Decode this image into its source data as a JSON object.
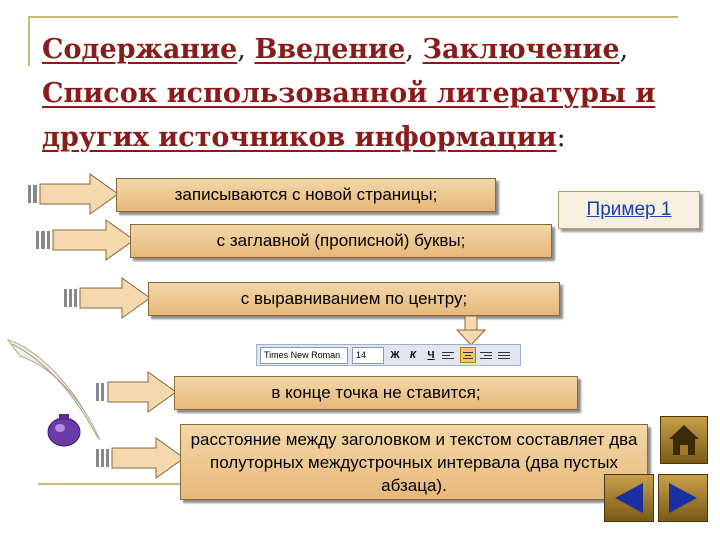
{
  "title": {
    "word1": "Содержание",
    "sep1": ", ",
    "word2": "Введение",
    "sep2": ", ",
    "word3": "Заключение",
    "sep3": ",",
    "line2": "Список использованной литературы и",
    "line3": "других источников информации",
    "colon": ":"
  },
  "rules": [
    "записываются с новой страницы;",
    "с заглавной (прописной) буквы;",
    "с выравниванием по центру;",
    "в конце точка не ставится;",
    "расстояние между заголовком и текстом составляет два полуторных междустрочных интервала (два пустых абзаца)."
  ],
  "example_link": "Пример 1",
  "toolbar": {
    "font_name": "Times New Roman",
    "font_size": "14",
    "bold": "Ж",
    "italic": "К",
    "underline": "Ч"
  },
  "icons": [
    "quill-pen-icon",
    "inkwell-icon",
    "home-icon",
    "back-arrow-icon",
    "forward-arrow-icon"
  ],
  "colors": {
    "title": "#8b1a1a",
    "box": "#e8b87a",
    "link": "#1a3fb0",
    "nav": "#a07a2a"
  }
}
